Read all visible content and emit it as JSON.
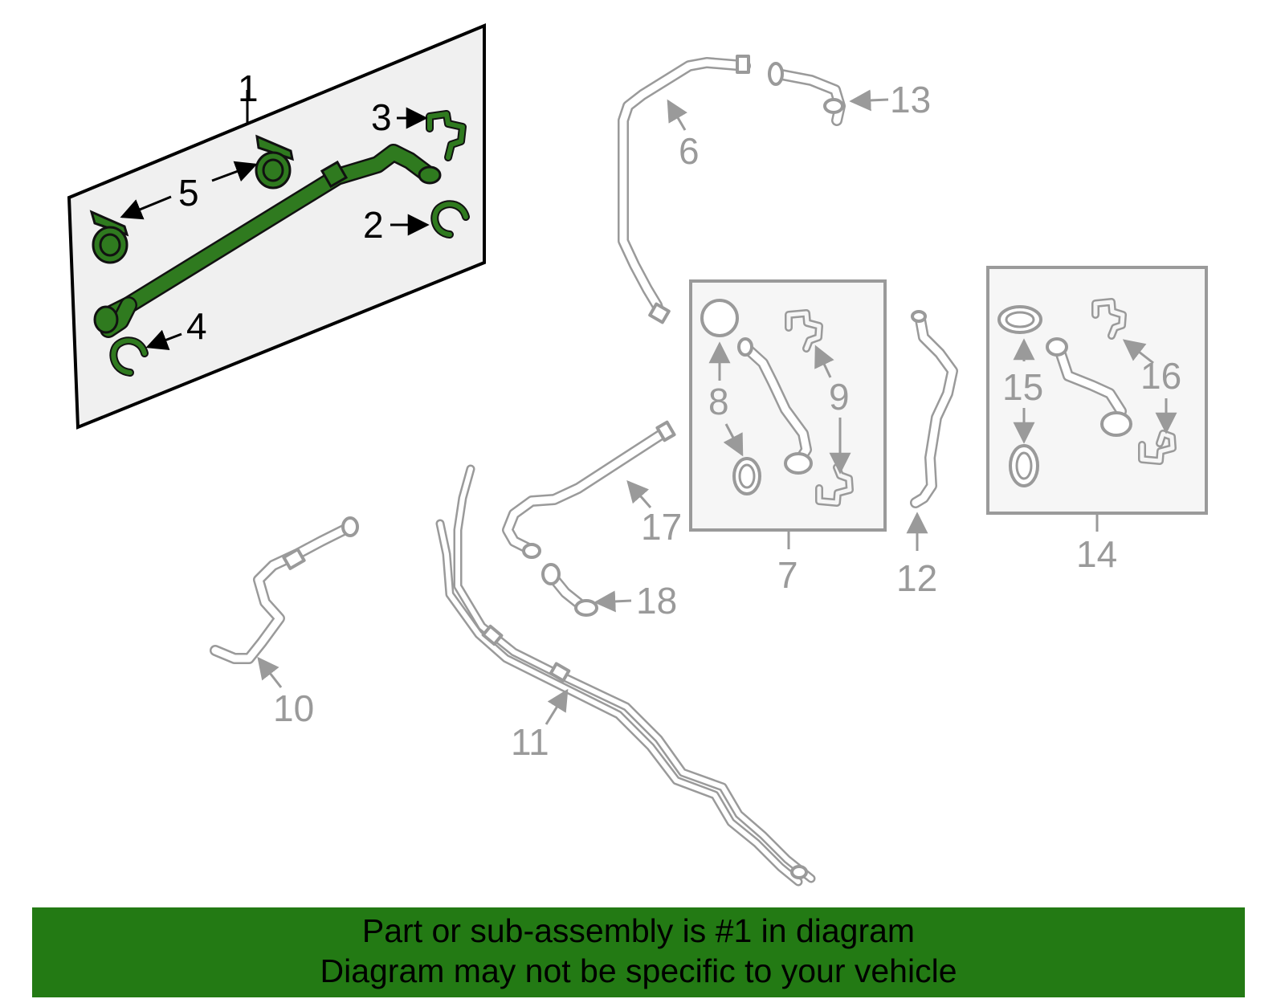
{
  "diagram": {
    "highlighted_callouts": {
      "c1": "1",
      "c2": "2",
      "c3": "3",
      "c4": "4",
      "c5": "5"
    },
    "callouts": {
      "c6": "6",
      "c7": "7",
      "c8": "8",
      "c9": "9",
      "c10": "10",
      "c11": "11",
      "c12": "12",
      "c13": "13",
      "c14": "14",
      "c15": "15",
      "c16": "16",
      "c17": "17",
      "c18": "18"
    },
    "colors": {
      "highlight": "#2f7a1f",
      "outline": "#9a9a9a",
      "panel": "#f6f6f6",
      "footer": "#237a14"
    }
  },
  "footer": {
    "line1": "Part or sub-assembly is #1 in diagram",
    "line2": "Diagram may not be specific to your vehicle"
  }
}
